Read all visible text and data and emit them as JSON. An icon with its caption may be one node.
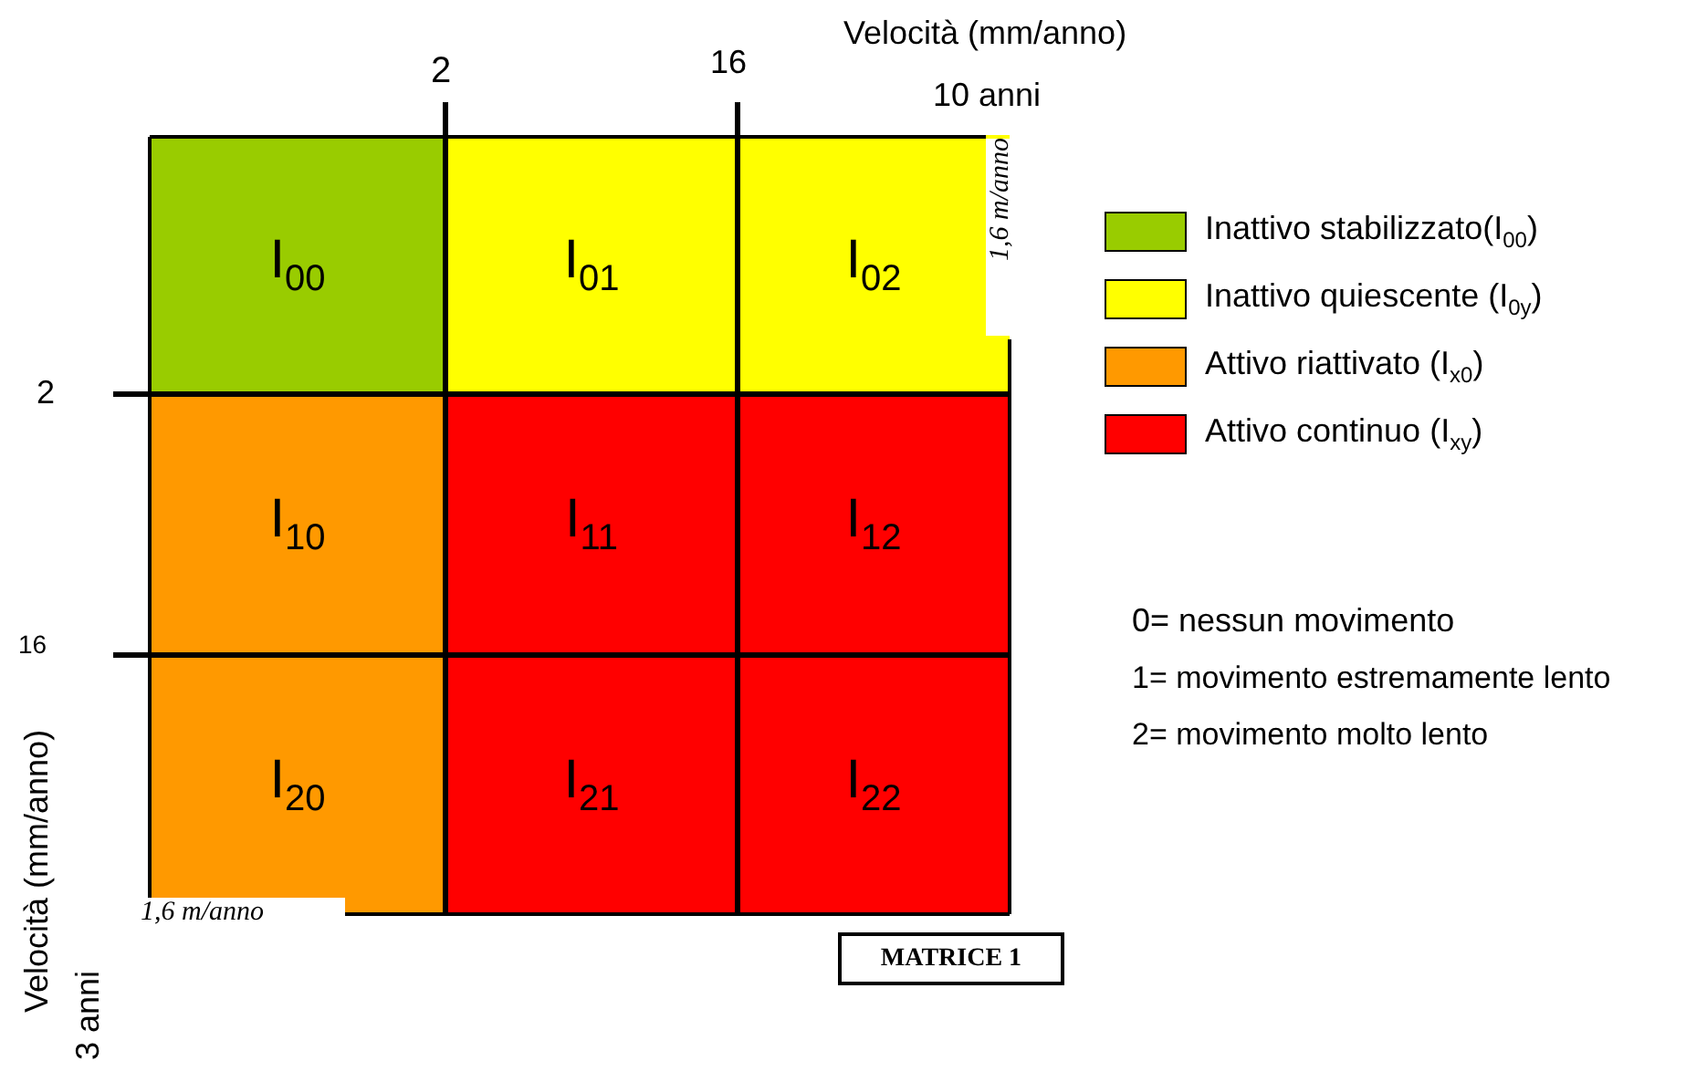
{
  "diagram": {
    "nodes": [
      {
        "text": [
          "I$_{00}$"
        ]
      },
      {
        "text": [
          "I$_{01}$"
        ]
      },
      {
        "text": [
          "I$_{02}$"
        ]
      },
      {
        "text": [
          "I$_{10}$"
        ]
      },
      {
        "text": [
          "I$_{11}$"
        ]
      },
      {
        "text": [
          "I$_{12}$"
        ]
      },
      {
        "text": [
          "I$_{20}$"
        ]
      },
      {
        "text": [
          "I$_{21}$"
        ]
      },
      {
        "text": [
          "I$_{22}$"
        ]
      },
      {
        "text": [
          "MATRICE 1"
        ]
      }
    ],
    "edges": [],
    "labels": [
      "Velocità (mm/anno)",
      "2",
      "16",
      "10 anni",
      "1,6 m/anno",
      "2",
      "16",
      "0= nessun movimento",
      "1= movimento estremamente lento",
      "2= movimento molto lento",
      "1,6 m/anno",
      "Velocità (mm/anno)",
      "3 anni"
    ],
    "legend": [
      {
        "text": "Inattivo stabilizzato(I$_{00}$)",
        "color": "#99cc00"
      },
      {
        "text": "Inattivo quiescente (I$_{0y}$)",
        "color": "#ffff00"
      },
      {
        "text": "Attivo riattivato (I$_{x0}$)",
        "color": "#ff9900"
      },
      {
        "text": "Attivo continuo (I$_{xy}$)",
        "color": "#ff0000"
      }
    ]
  }
}
